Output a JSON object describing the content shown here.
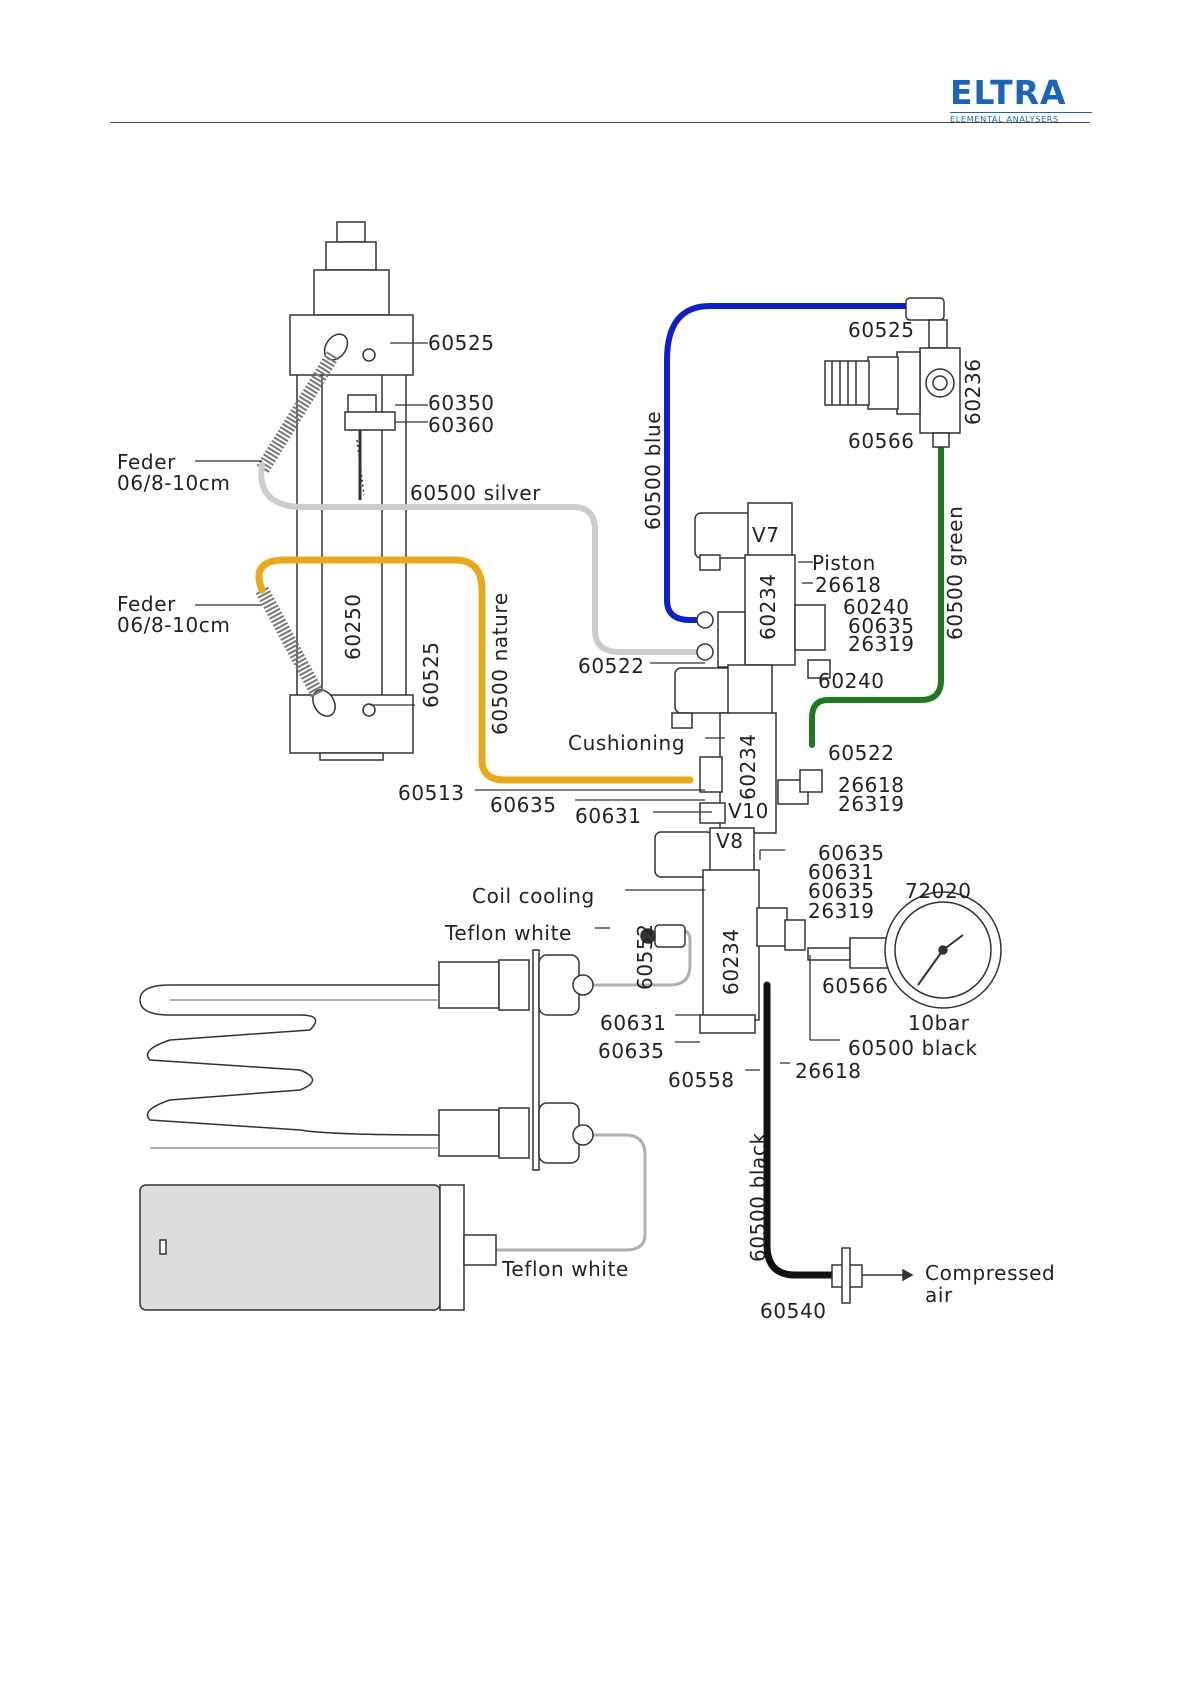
{
  "header": {
    "logo_text": "ELTRA",
    "logo_subtitle": "ELEMENTAL ANALYSERS",
    "brand_color": "#1b64b6"
  },
  "tube_colors": {
    "blue": "#1020c8",
    "green": "#1f7a1f",
    "silver": "#cccccc",
    "nature": "#e8a81c",
    "black": "#111111",
    "teflon": "#b0b0b0"
  },
  "labels": {
    "cyl_top_60525": "60525",
    "p60350": "60350",
    "p60360": "60360",
    "feder1_a": "Feder",
    "feder1_b": "06/8-10cm",
    "feder2_a": "Feder",
    "feder2_b": "06/8-10cm",
    "silver": "60500 silver",
    "cyl_body": "60250",
    "cyl_bottom_60525": "60525",
    "nature": "60500 nature",
    "blue": "60500 blue",
    "reg_60525": "60525",
    "reg_60236": "60236",
    "reg_60566": "60566",
    "green": "60500 green",
    "v7": "V7",
    "v7_valve": "60234",
    "piston": "Piston",
    "v7_26618": "26618",
    "v7_60240": "60240",
    "v7_60635": "60635",
    "v7_26319": "26319",
    "v7_60522": "60522",
    "v7_60240_b": "60240",
    "cushioning": "Cushioning",
    "v10_valve": "60234",
    "v10_60522": "60522",
    "v10_26618": "26618",
    "v10_26319": "26319",
    "p60513": "60513",
    "p60635_a": "60635",
    "p60631_a": "60631",
    "v10": "V10",
    "v8": "V8",
    "v8_valve": "60234",
    "p60635_b": "60635",
    "p60631_b": "60631",
    "p60635_c": "60635",
    "p26319": "26319",
    "p72020": "72020",
    "coil_cooling": "Coil cooling",
    "teflon_top": "Teflon white",
    "p60552": "60552",
    "p60566": "60566",
    "bar": "10bar",
    "p60631_c": "60631",
    "p60635_d": "60635",
    "black_label": "60500 black",
    "p60558": "60558",
    "p26618_b": "26618",
    "black_vertical": "60500 black",
    "teflon_bottom": "Teflon white",
    "compressed_a": "Compressed",
    "compressed_b": "air",
    "p60540": "60540"
  }
}
